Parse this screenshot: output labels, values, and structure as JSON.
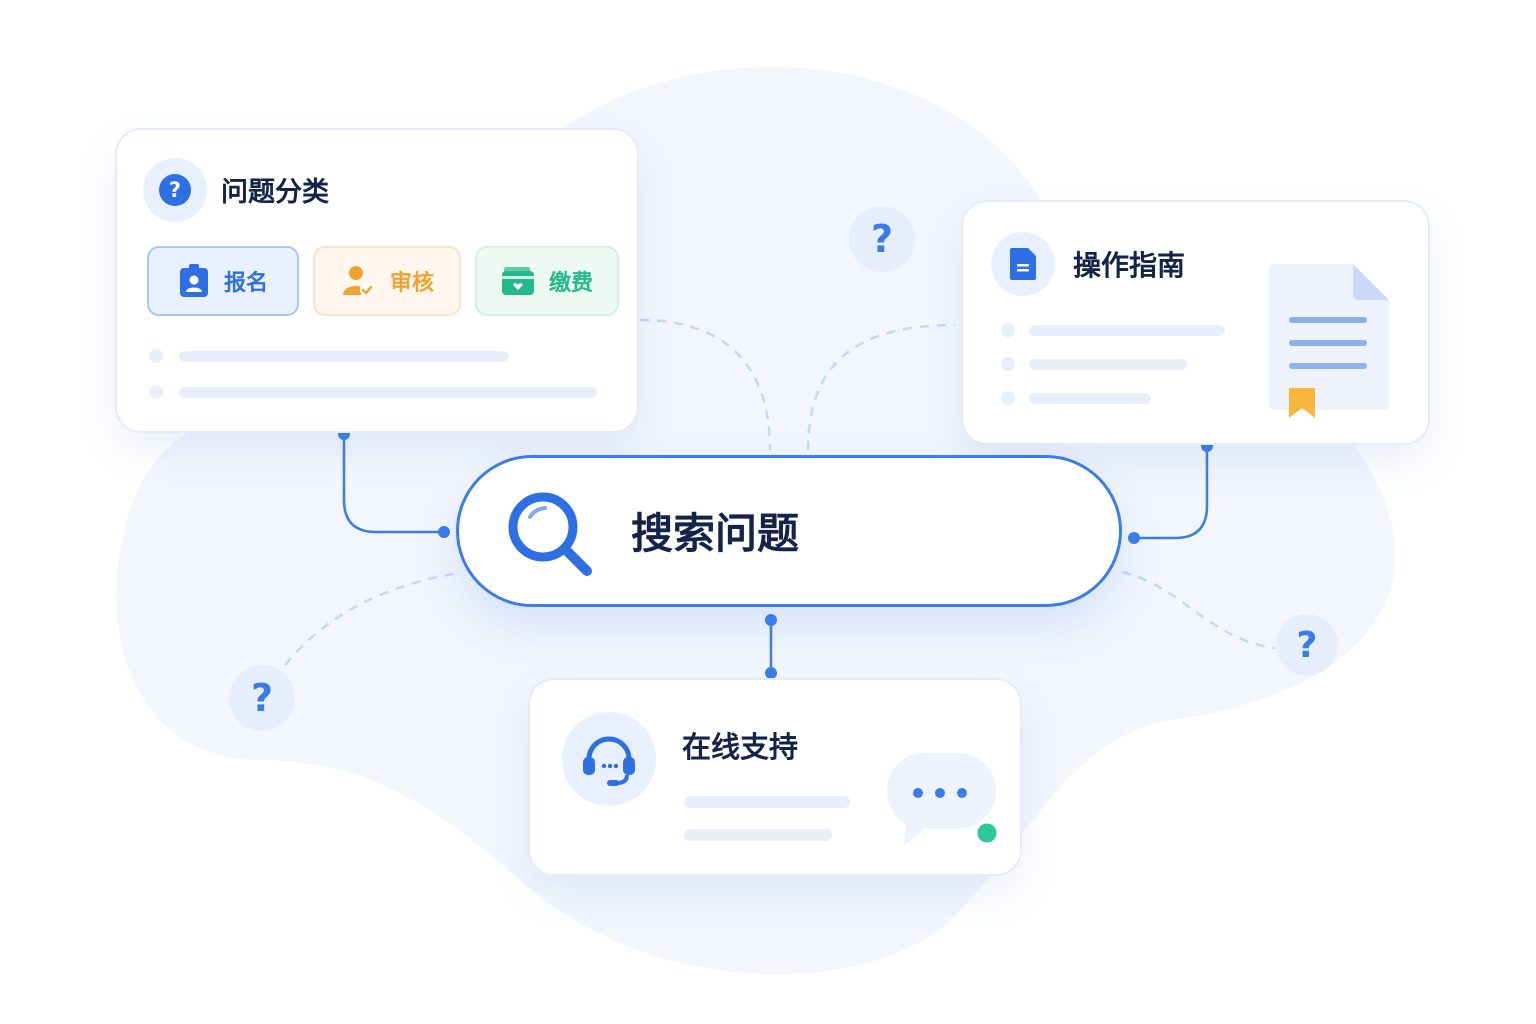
{
  "search": {
    "label": "搜索问题"
  },
  "categories_card": {
    "title": "问题分类",
    "chips": [
      {
        "label": "报名",
        "color": "#2f6fe4"
      },
      {
        "label": "审核",
        "color": "#f2a233"
      },
      {
        "label": "缴费",
        "color": "#23b98a"
      }
    ]
  },
  "guide_card": {
    "title": "操作指南"
  },
  "support_card": {
    "title": "在线支持",
    "status_color": "#2ec99a"
  },
  "colors": {
    "accent": "#3b7de8",
    "title_text": "#14234a",
    "background_blob": "#f3f6fd"
  },
  "icons": [
    "help-circle-icon",
    "id-badge-icon",
    "user-check-icon",
    "wallet-icon",
    "document-icon",
    "file-bookmark-icon",
    "search-icon",
    "headset-icon",
    "chat-bubble-icon",
    "question-mark-icon"
  ]
}
